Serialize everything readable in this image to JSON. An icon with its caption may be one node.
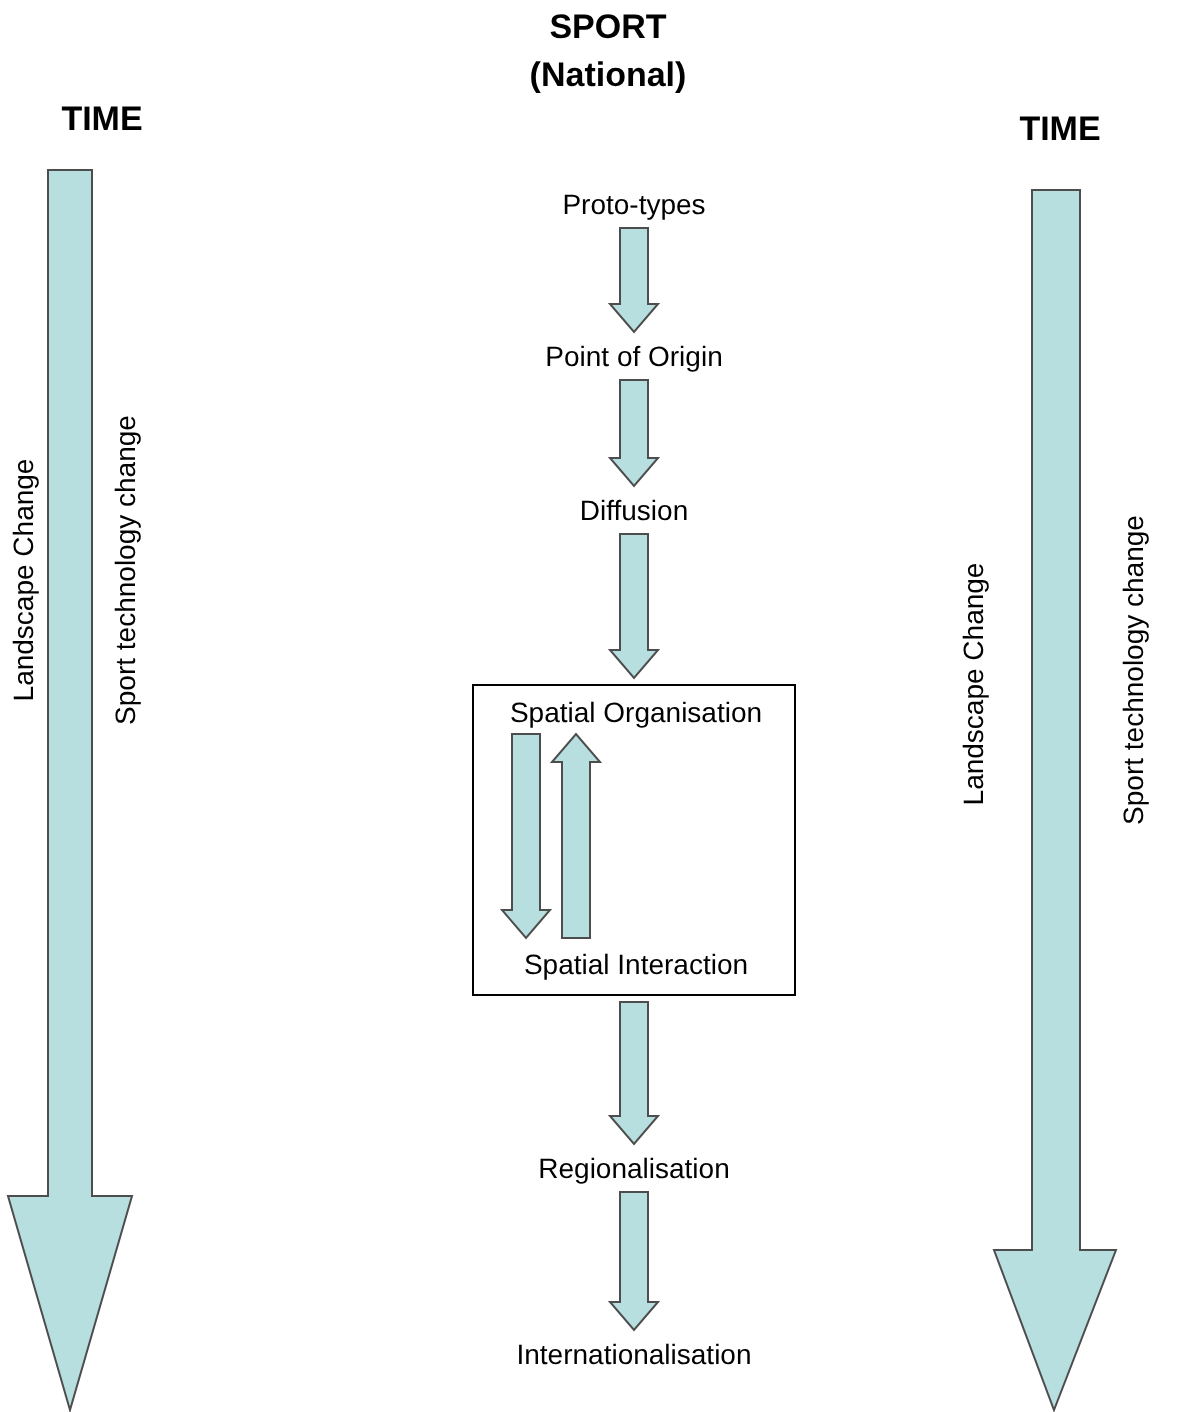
{
  "diagram": {
    "title": "SPORT (National)",
    "nodes": [
      {
        "text": [
          "Proto-types"
        ]
      },
      {
        "text": [
          "Point of Origin"
        ]
      },
      {
        "text": [
          "Diffusion"
        ]
      },
      {
        "text": [],
        "shape": "box"
      },
      {
        "text": [
          "Spatial Organisation"
        ],
        "in": 3
      },
      {
        "text": [
          "Spatial Interaction"
        ],
        "in": 3
      },
      {
        "text": [
          "Regionalisation"
        ]
      },
      {
        "text": [
          "Internationalisation"
        ]
      }
    ],
    "edges": [
      {
        "from": 0,
        "to": 1,
        "arrow": "to"
      },
      {
        "from": 1,
        "to": 2,
        "arrow": "to"
      },
      {
        "from": 2,
        "to": 3,
        "arrow": "to"
      },
      {
        "from": 4,
        "to": 5,
        "arrow": "to"
      },
      {
        "from": 5,
        "to": 4,
        "arrow": "to"
      },
      {
        "from": 3,
        "to": 6,
        "arrow": "to"
      },
      {
        "from": 6,
        "to": 7,
        "arrow": "to"
      }
    ],
    "labels": [
      "TIME",
      "Landscape Change",
      "Sport technology change",
      "TIME",
      "Landscape Change",
      "Sport technology change"
    ]
  }
}
